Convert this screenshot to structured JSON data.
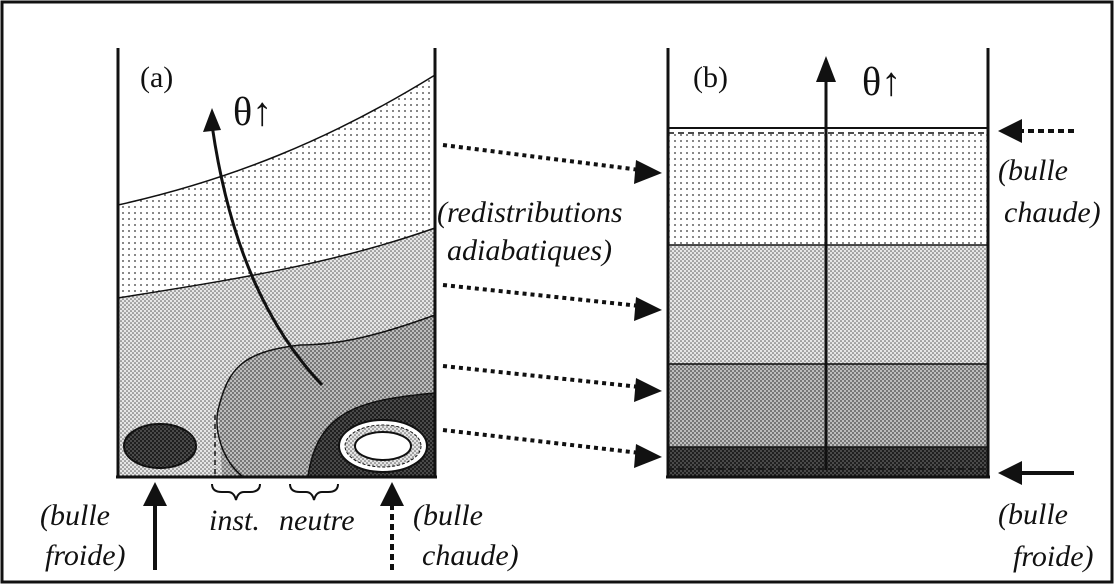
{
  "panel_a": {
    "label": "(a)",
    "theta": "θ↑",
    "bottom_labels": {
      "inst": "inst.",
      "neutre": "neutre"
    },
    "left_label": [
      "(bulle",
      "froide)"
    ],
    "right_label": [
      "(bulle",
      "chaude)"
    ]
  },
  "panel_b": {
    "label": "(b)",
    "theta": "θ↑",
    "right_top_label": [
      "(bulle",
      "chaude)"
    ],
    "right_bottom_label": [
      "(bulle",
      "froide)"
    ]
  },
  "middle_label": [
    "(redistributions",
    "adiabatiques)"
  ],
  "colors": {
    "ink": "#111111",
    "background": "#ffffff"
  }
}
